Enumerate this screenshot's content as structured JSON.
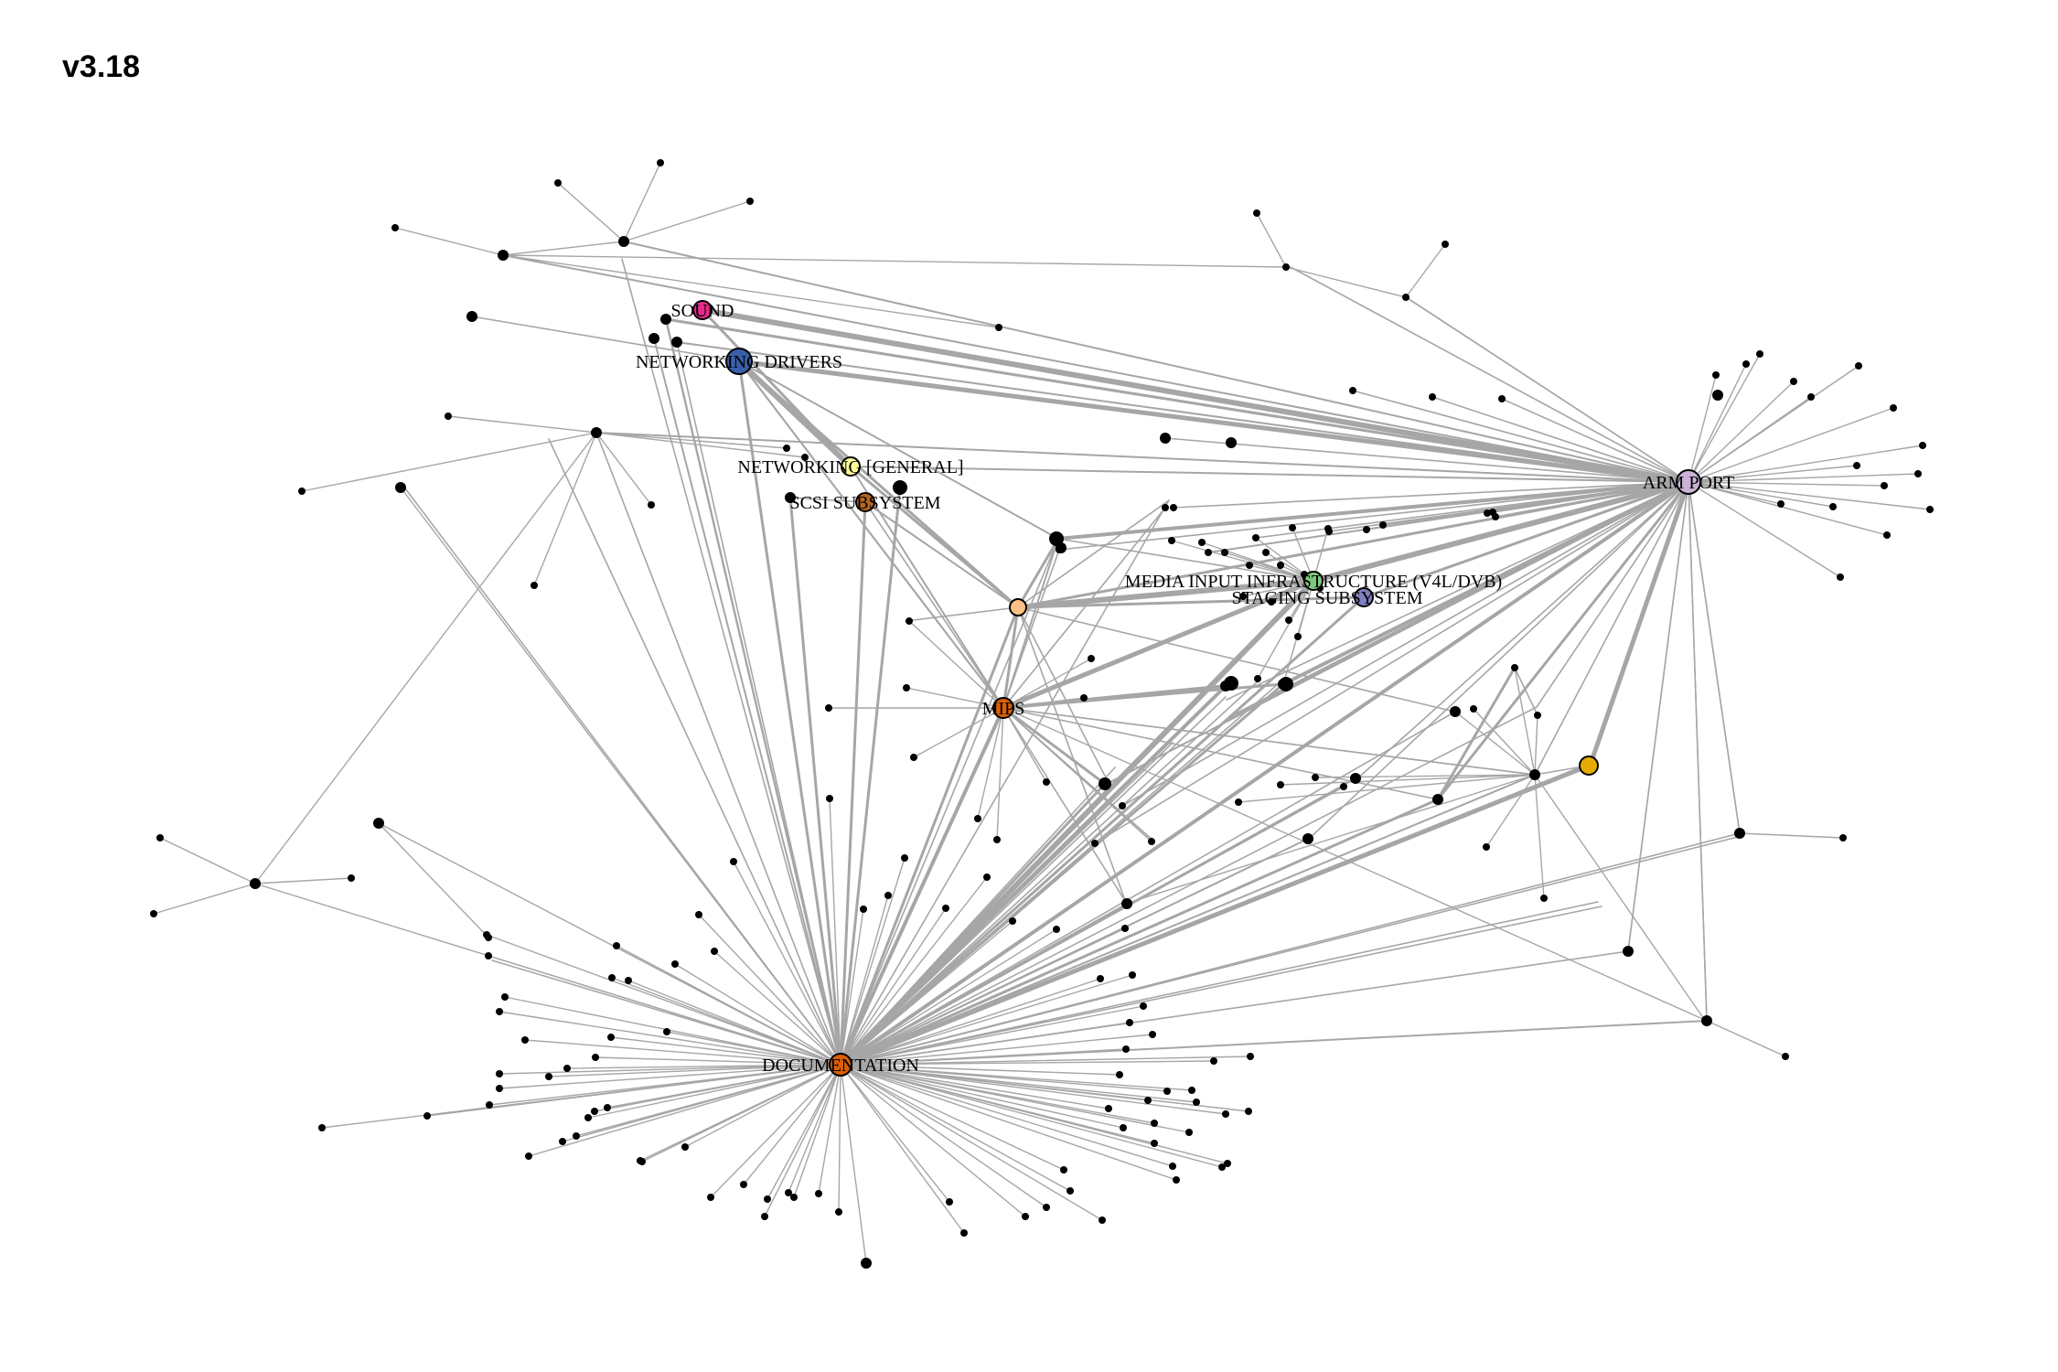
{
  "title": "v3.18",
  "colors": {
    "edge": "#a6a6a6",
    "plain_node": "#000000",
    "SOUND": "#e7298a",
    "NETWORKING DRIVERS": "#3a5fa8",
    "NETWORKING [GENERAL]": "#ffff99",
    "SCSI SUBSYSTEM": "#b5651d",
    "ARM PORT": "#cab2d6",
    "MEDIA INPUT INFRASTRUCTURE (V4L/DVB)": "#7fc97f",
    "STAGING SUBSYSTEM": "#8080c0",
    "MIPS": "#d95f02",
    "DOCUMENTATION": "#d95f02",
    "unlabeled_orange": "#fdc086",
    "unlabeled_gold": "#e6ab02"
  },
  "labels": [
    {
      "id": "sound",
      "text": "SOUND"
    },
    {
      "id": "netdrv",
      "text": "NETWORKING DRIVERS"
    },
    {
      "id": "netgen",
      "text": "NETWORKING [GENERAL]"
    },
    {
      "id": "scsi",
      "text": "SCSI SUBSYSTEM"
    },
    {
      "id": "arm",
      "text": "ARM PORT"
    },
    {
      "id": "media",
      "text": "MEDIA INPUT INFRASTRUCTURE (V4L/DVB)"
    },
    {
      "id": "staging",
      "text": "STAGING SUBSYSTEM"
    },
    {
      "id": "mips",
      "text": "MIPS"
    },
    {
      "id": "doc",
      "text": "DOCUMENTATION"
    }
  ]
}
